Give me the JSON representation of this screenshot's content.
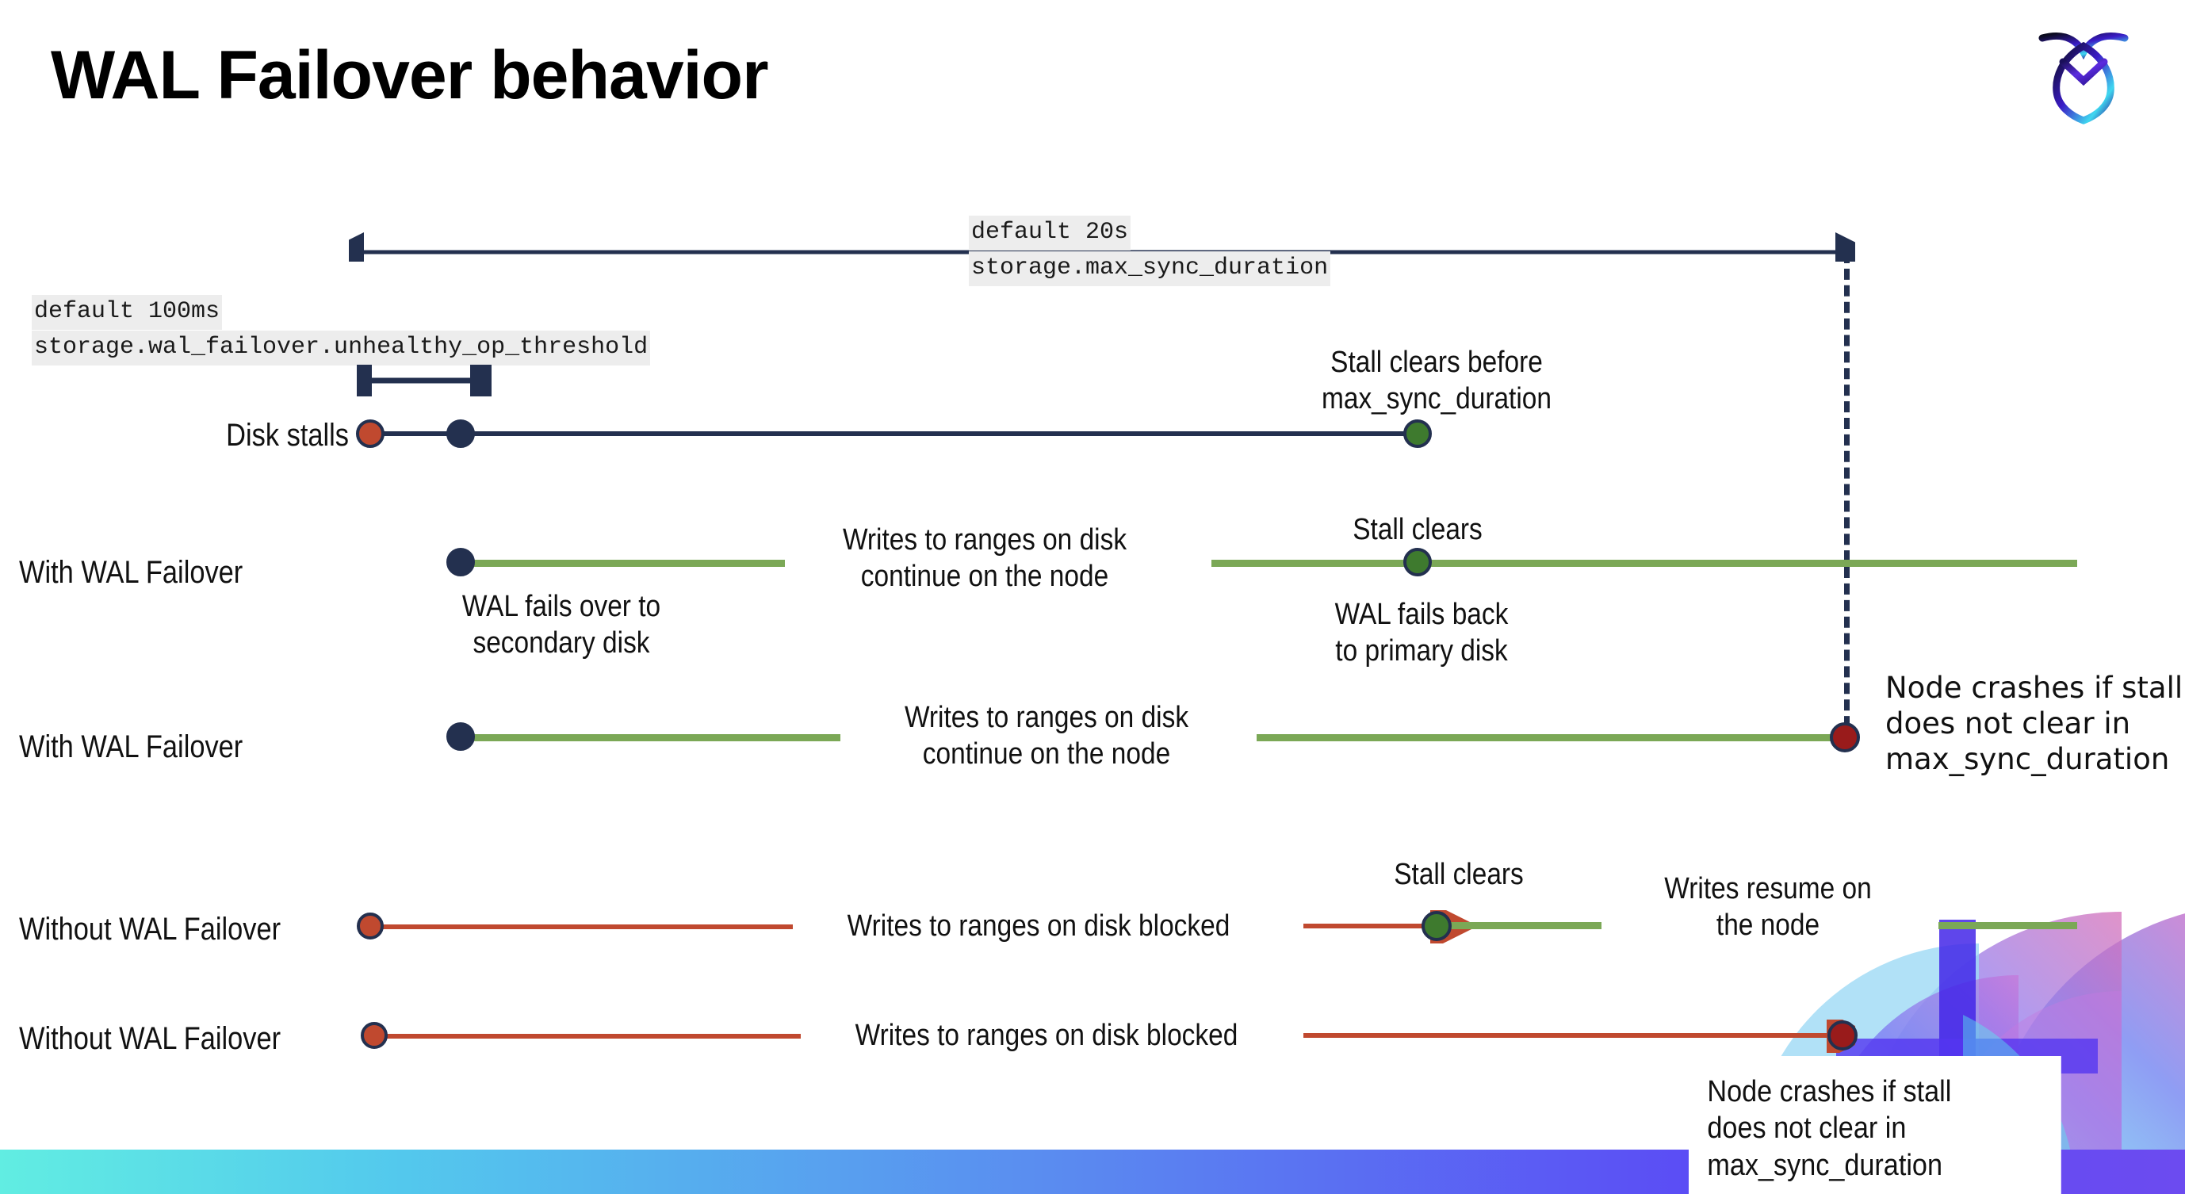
{
  "slide": {
    "title": "WAL Failover behavior",
    "logo_name": "cockroachdb-logo"
  },
  "config_labels": {
    "max_sync": {
      "default": "default 20s",
      "setting": "storage.max_sync_duration"
    },
    "unhealthy": {
      "default": "default 100ms",
      "setting": "storage.wal_failover.unhealthy_op_threshold"
    }
  },
  "rows": [
    {
      "label": "Disk stalls"
    },
    {
      "label": "With WAL Failover"
    },
    {
      "label": "With WAL Failover"
    },
    {
      "label": "Without WAL Failover"
    },
    {
      "label": "Without WAL Failover"
    }
  ],
  "annotations": {
    "stall_clears_before": "Stall clears before\nmax_sync_duration",
    "writes_continue_1": "Writes to ranges on disk\ncontinue on the node",
    "stall_clears_1": "Stall clears",
    "wal_fails_over": "WAL fails over to\nsecondary disk",
    "wal_fails_back": "WAL fails  back\nto primary disk",
    "writes_continue_2": "Writes to ranges on disk\ncontinue on the node",
    "node_crashes_1": "Node crashes if stall\ndoes not clear in\nmax_sync_duration",
    "stall_clears_2": "Stall clears",
    "writes_blocked_1": "Writes to ranges on disk  blocked",
    "writes_resume": "Writes resume on\nthe node",
    "writes_blocked_2": "Writes to ranges on disk  blocked",
    "node_crashes_2": "Node crashes if stall\ndoes not clear in\nmax_sync_duration"
  },
  "colors": {
    "navy": "#23304f",
    "orange": "#C0492F",
    "green_marker": "#3E7A2E",
    "green_line": "#7BA856",
    "dark_red": "#991B1B",
    "code_bg": "#ededed",
    "bar_start": "#61EDE2",
    "bar_end": "#6C4BF0"
  }
}
